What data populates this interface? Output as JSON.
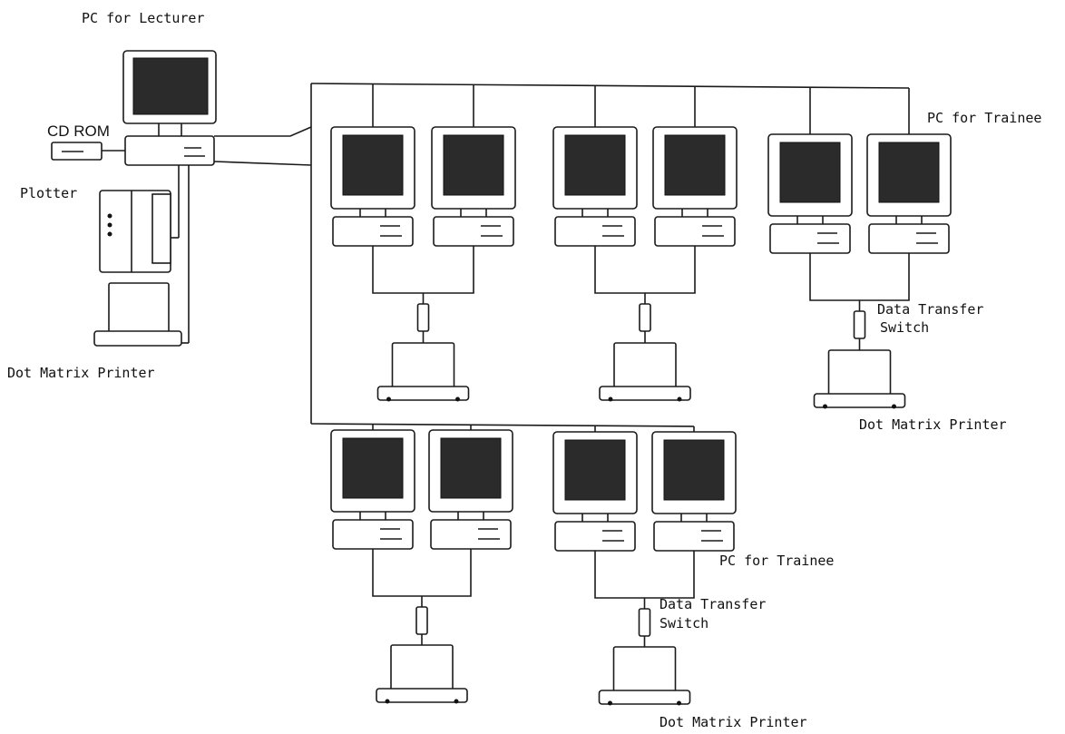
{
  "labels": {
    "lecturer_pc": "PC for Lecturer",
    "cdrom": "CD ROM",
    "plotter": "Plotter",
    "lecturer_printer": "Dot Matrix Printer",
    "trainee_pc_top": "PC for Trainee",
    "switch_top_line1": "Data Transfer",
    "switch_top_line2": "Switch",
    "printer_top": "Dot Matrix Printer",
    "trainee_pc_bottom": "PC for Trainee",
    "switch_bottom_line1": "Data Transfer",
    "switch_bottom_line2": "Switch",
    "printer_bottom": "Dot Matrix Printer"
  },
  "icons": {
    "pc": "desktop-computer-icon",
    "printer": "dot-matrix-printer-icon",
    "switch": "data-transfer-switch-icon",
    "cdrom": "cdrom-drive-icon",
    "plotter": "plotter-icon"
  },
  "colors": {
    "line": "#1a1a1a",
    "screen": "#2b2b2b",
    "background": "#ffffff"
  }
}
